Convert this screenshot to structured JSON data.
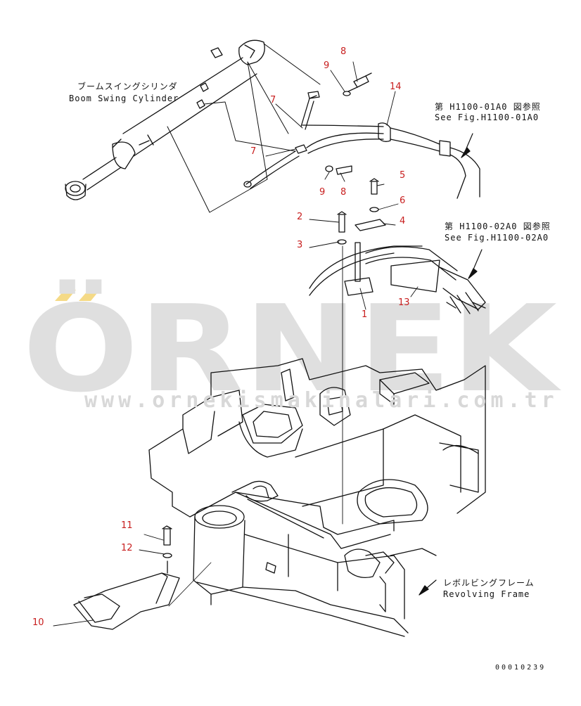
{
  "watermark": {
    "brand": "ÖRNEK",
    "url": "www.ornekismakinalari.com.tr",
    "brand_color": "#dcdcdc",
    "accent_color": "#f5d77a"
  },
  "labels": {
    "boom_swing_jp": "ブームスイングシリンダ",
    "boom_swing_en": "Boom Swing Cylinder",
    "fig1_jp": "第 H1100-01A0 図参照",
    "fig1_en": "See Fig.H1100-01A0",
    "fig2_jp": "第 H1100-02A0 図参照",
    "fig2_en": "See Fig.H1100-02A0",
    "frame_jp": "レボルビングフレーム",
    "frame_en": "Revolving Frame",
    "drawing_code": "00010239"
  },
  "part_numbers": {
    "p1": "1",
    "p2": "2",
    "p3": "3",
    "p4": "4",
    "p5": "5",
    "p6": "6",
    "p7a": "7",
    "p7b": "7",
    "p8a": "8",
    "p8b": "8",
    "p9a": "9",
    "p9b": "9",
    "p10": "10",
    "p11": "11",
    "p12": "12",
    "p13": "13",
    "p14": "14"
  },
  "colors": {
    "line": "#111111",
    "number": "#c81e1e"
  }
}
